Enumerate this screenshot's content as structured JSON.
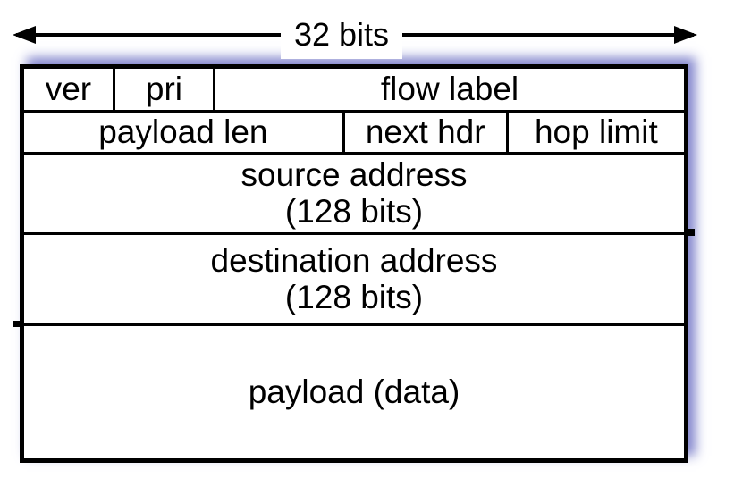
{
  "width_indicator": {
    "label": "32 bits"
  },
  "diagram": {
    "rows": [
      {
        "name": "row-1",
        "cells": [
          {
            "label": "ver"
          },
          {
            "label": "pri"
          },
          {
            "label": "flow label"
          }
        ]
      },
      {
        "name": "row-2",
        "cells": [
          {
            "label": "payload len"
          },
          {
            "label": "next hdr"
          },
          {
            "label": "hop limit"
          }
        ]
      },
      {
        "name": "row-3",
        "cells": [
          {
            "label": "source address",
            "sublabel": "(128 bits)"
          }
        ]
      },
      {
        "name": "row-4",
        "cells": [
          {
            "label": "destination address",
            "sublabel": "(128 bits)"
          }
        ]
      },
      {
        "name": "row-5",
        "cells": [
          {
            "label": "payload (data)"
          }
        ]
      }
    ]
  },
  "colors": {
    "border": "#000000",
    "background": "#ffffff",
    "text": "#000000",
    "glow": "#9b9fd8"
  }
}
